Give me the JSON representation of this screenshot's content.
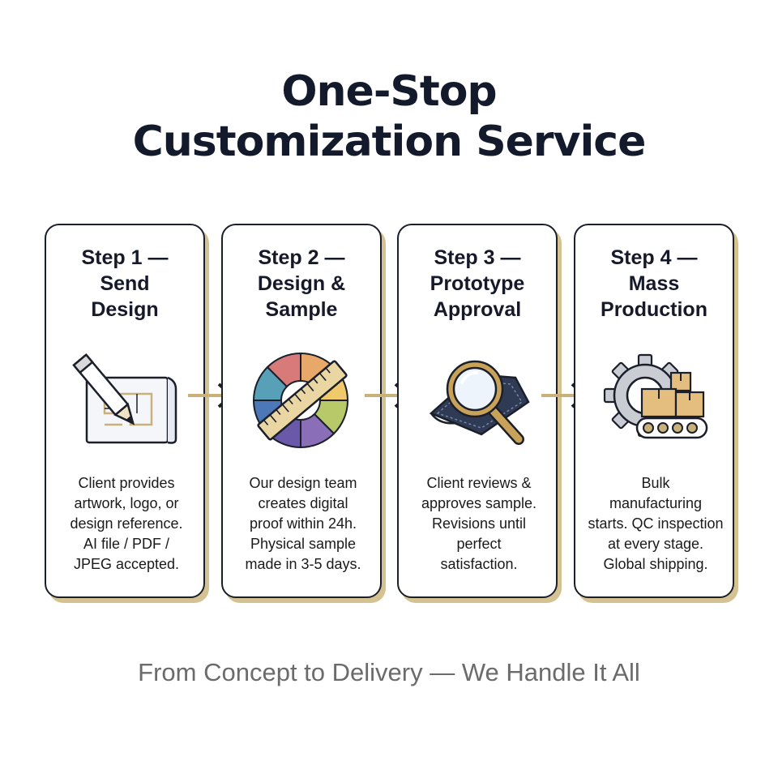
{
  "title": {
    "line1": "One-Stop",
    "line2": "Customization Service"
  },
  "steps": [
    {
      "heading": [
        "Step 1 —",
        "Send",
        "Design"
      ],
      "description": [
        "Client provides",
        "artwork, logo, or",
        "design reference.",
        "AI file / PDF /",
        "JPEG accepted."
      ],
      "icon": "pencil-blueprint-icon"
    },
    {
      "heading": [
        "Step 2 —",
        "Design &",
        "Sample"
      ],
      "description": [
        "Our design team",
        "creates digital",
        "proof within 24h.",
        "Physical sample",
        "made in 3-5 days."
      ],
      "icon": "color-wheel-ruler-icon"
    },
    {
      "heading": [
        "Step 3 —",
        "Prototype",
        "Approval"
      ],
      "description": [
        "Client reviews &",
        "approves sample.",
        "Revisions until",
        "perfect",
        "satisfaction."
      ],
      "icon": "magnifier-fabric-icon"
    },
    {
      "heading": [
        "Step 4 —",
        "Mass",
        "Production"
      ],
      "description": [
        "Bulk",
        "manufacturing",
        "starts. QC inspection",
        "at every stage.",
        "Global shipping."
      ],
      "icon": "gear-conveyor-boxes-icon"
    }
  ],
  "tagline": "From Concept to Delivery — We Handle It All",
  "colors": {
    "accent_gold": "#c9b27a",
    "card_border": "#1b1f2a",
    "title": "#121a2b",
    "tagline": "#6b6b6b"
  }
}
